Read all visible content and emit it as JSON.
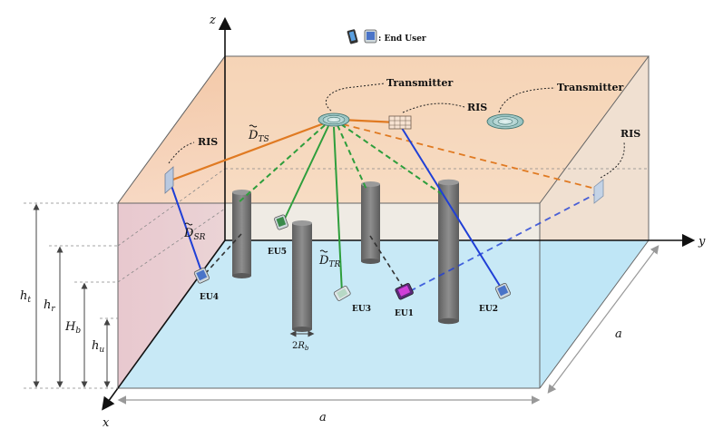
{
  "legend": {
    "text": ": End User"
  },
  "labels": {
    "transmitter_1": "Transmitter",
    "transmitter_2": "Transmitter",
    "ris_left": "RIS",
    "ris_center": "RIS",
    "ris_right": "RIS"
  },
  "users": {
    "eu1": "EU1",
    "eu2": "EU2",
    "eu3": "EU3",
    "eu4": "EU4",
    "eu5": "EU5"
  },
  "axes": {
    "x": "x",
    "y": "y",
    "z": "z"
  },
  "symbols": {
    "d": "D",
    "ts_sub": "TS",
    "sr_sub": "SR",
    "tr_sub": "TR",
    "h": "h",
    "H": "H",
    "t_sub": "t",
    "r_sub": "r",
    "b_sub": "b",
    "u_sub": "u",
    "side_a": "a",
    "radius_prefix": "2",
    "radius_R": "R"
  },
  "colors": {
    "ceiling": "#f5cdaa",
    "left_wall": "#f1bcc1",
    "right_wall": "#e3e3e3",
    "floor": "#bfe6f6",
    "pillar": "#808080",
    "orange_link": "#e07a22",
    "green_link": "#2e9e3c",
    "blue_link": "#1f3fd6",
    "black_link": "#333333"
  }
}
